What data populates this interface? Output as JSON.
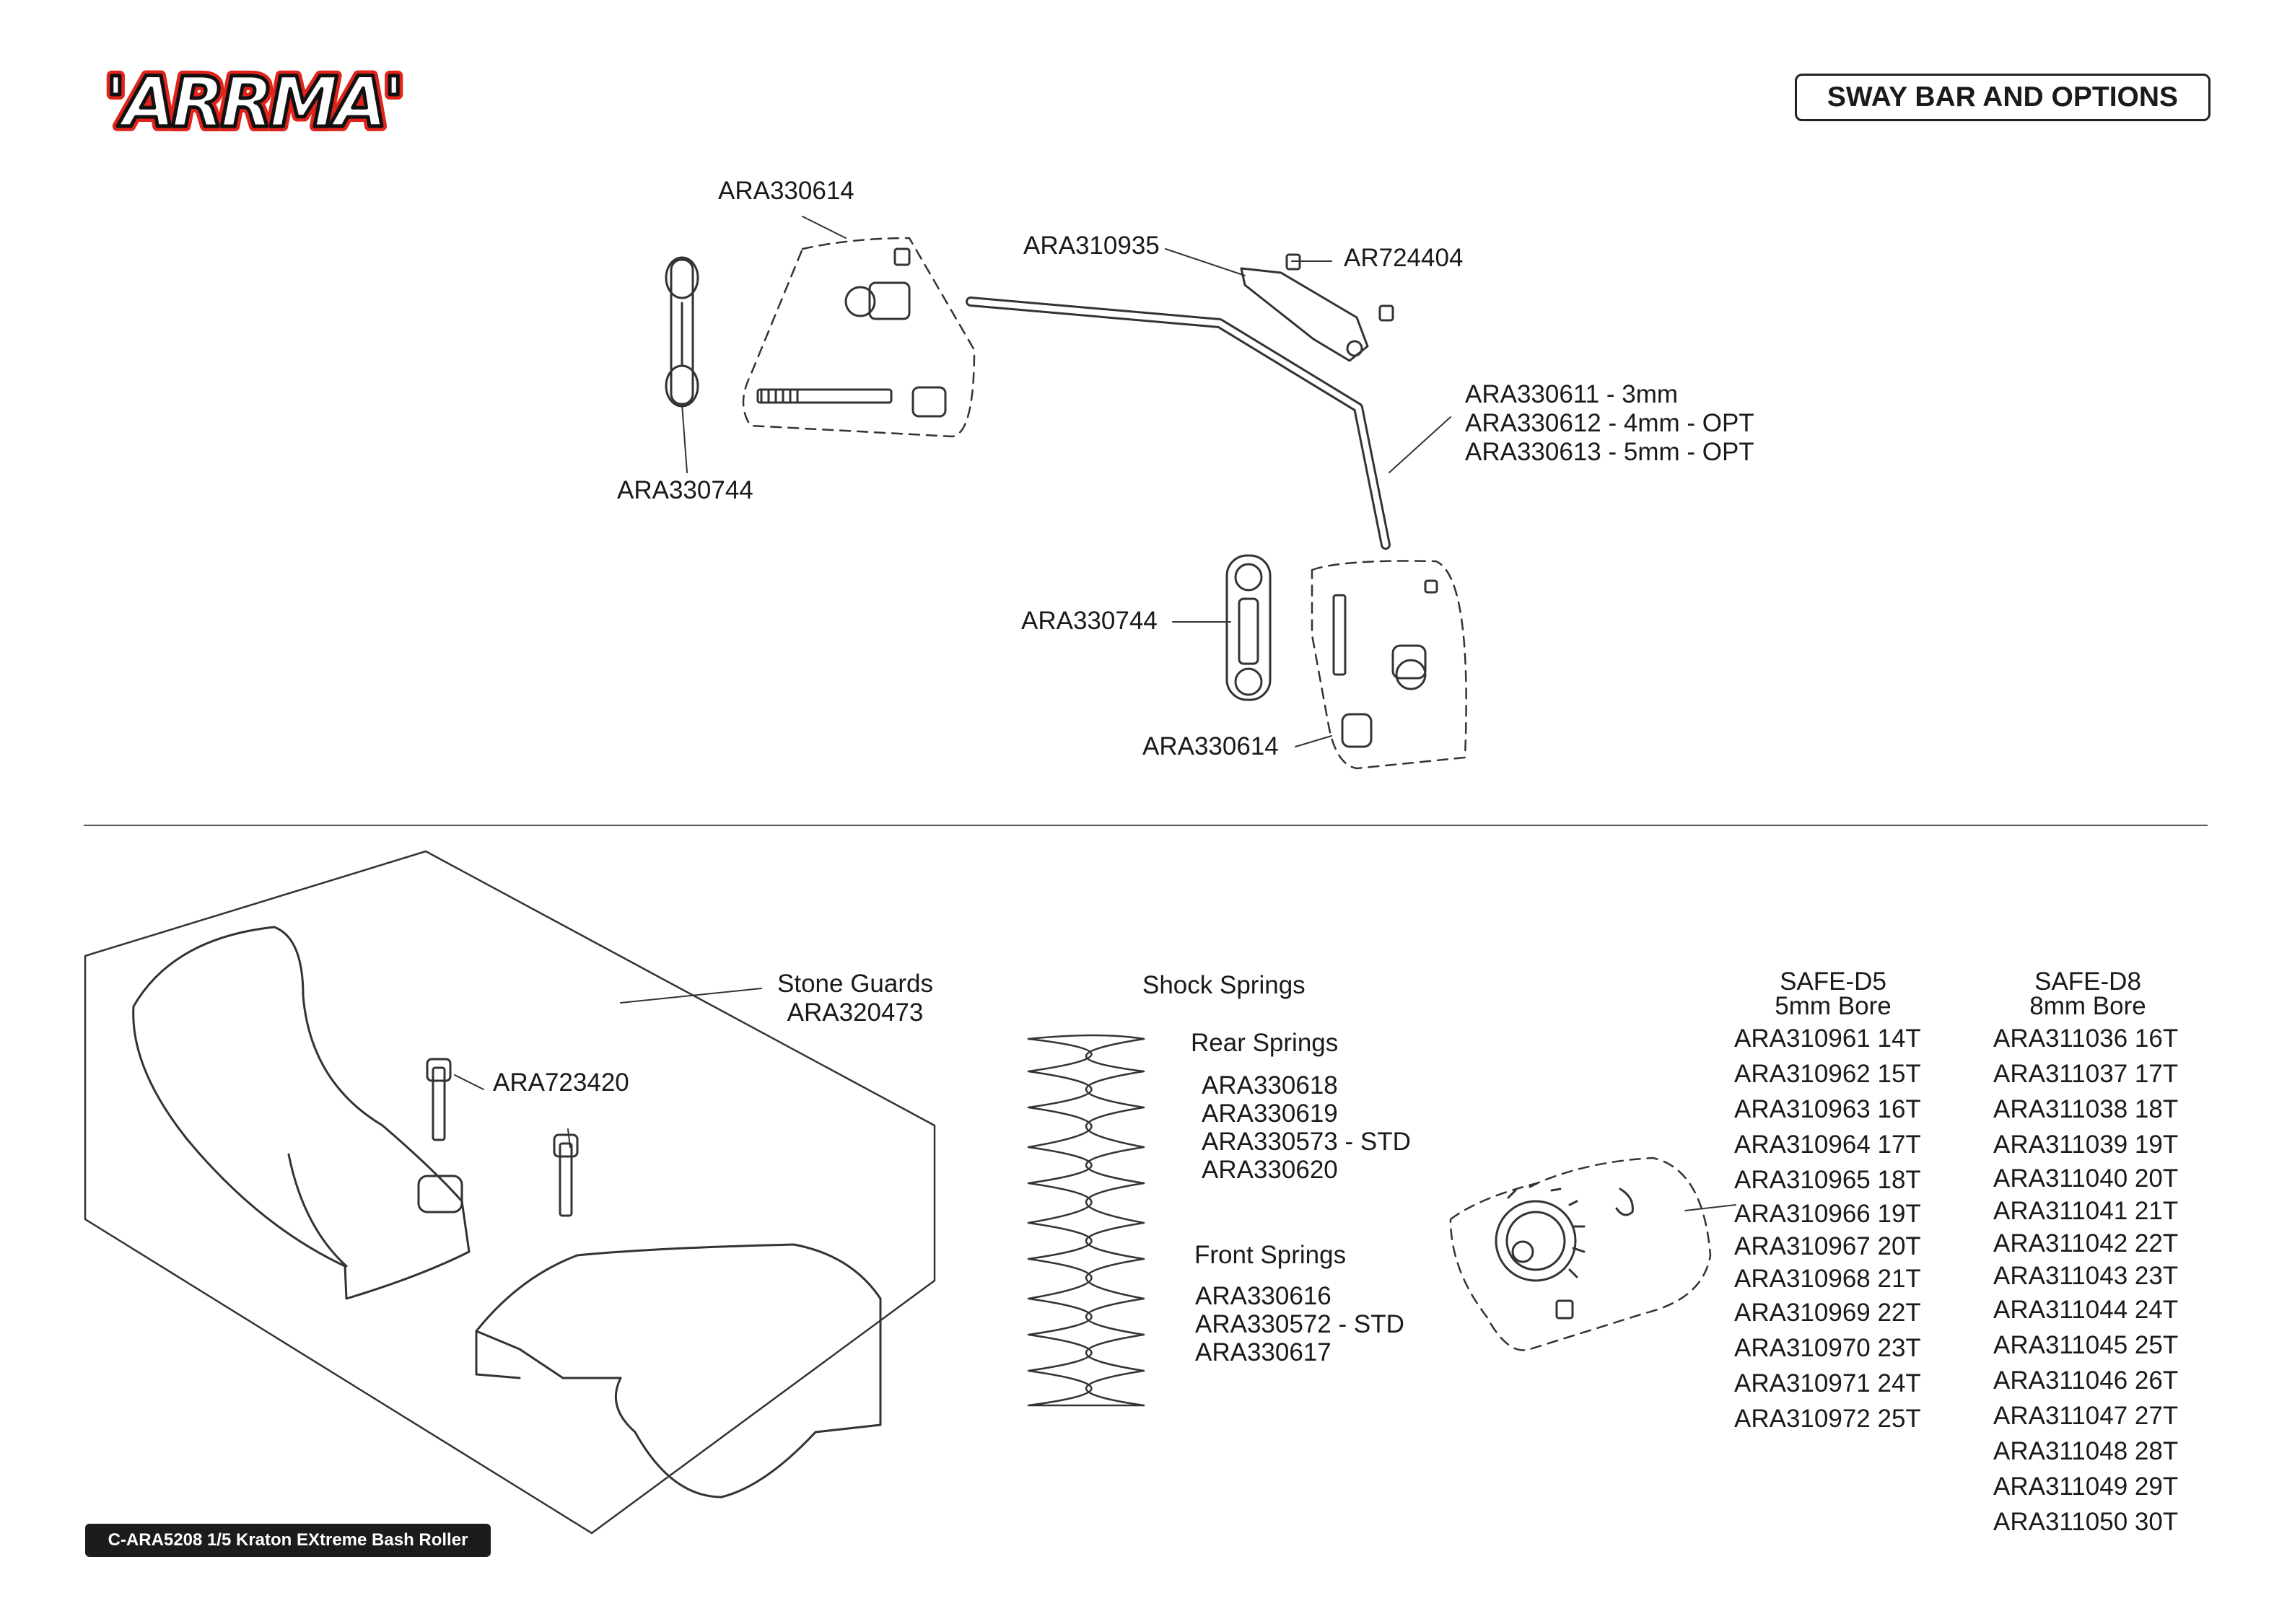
{
  "header": {
    "logo": "ARRMA",
    "section_title": "SWAY BAR AND OPTIONS"
  },
  "sway_bar": {
    "top_link_mount": "ARA330614",
    "sway_arm": "ARA310935",
    "set_screw": "AR724404",
    "bar_options": [
      "ARA330611 - 3mm",
      "ARA330612 - 4mm - OPT",
      "ARA330613 - 5mm - OPT"
    ],
    "top_link": "ARA330744",
    "lower_link": "ARA330744",
    "lower_link_mount": "ARA330614"
  },
  "stone_guards": {
    "title": "Stone Guards",
    "part": "ARA320473",
    "screw": "ARA723420"
  },
  "shock_springs": {
    "title": "Shock Springs",
    "rear_title": "Rear Springs",
    "rear": [
      "ARA330618",
      "ARA330619",
      "ARA330573 - STD",
      "ARA330620"
    ],
    "front_title": "Front Springs",
    "front": [
      "ARA330616",
      "ARA330572 - STD",
      "ARA330617"
    ]
  },
  "pinions": {
    "d5_title": "SAFE-D5",
    "d5_subtitle": "5mm Bore",
    "d5": [
      "ARA310961 14T",
      "ARA310962 15T",
      "ARA310963 16T",
      "ARA310964 17T",
      "ARA310965 18T",
      "ARA310966 19T",
      "ARA310967 20T",
      "ARA310968 21T",
      "ARA310969 22T",
      "ARA310970 23T",
      "ARA310971 24T",
      "ARA310972 25T"
    ],
    "d8_title": "SAFE-D8",
    "d8_subtitle": "8mm Bore",
    "d8": [
      "ARA311036 16T",
      "ARA311037 17T",
      "ARA311038 18T",
      "ARA311039 19T",
      "ARA311040 20T",
      "ARA311041 21T",
      "ARA311042 22T",
      "ARA311043 23T",
      "ARA311044 24T",
      "ARA311045 25T",
      "ARA311046 26T",
      "ARA311047 27T",
      "ARA311048 28T",
      "ARA311049 29T",
      "ARA311050 30T"
    ]
  },
  "footer": "C-ARA5208 1/5 Kraton EXtreme Bash Roller",
  "colors": {
    "brand_red": "#e2231a",
    "ink": "#1a1a1a"
  }
}
